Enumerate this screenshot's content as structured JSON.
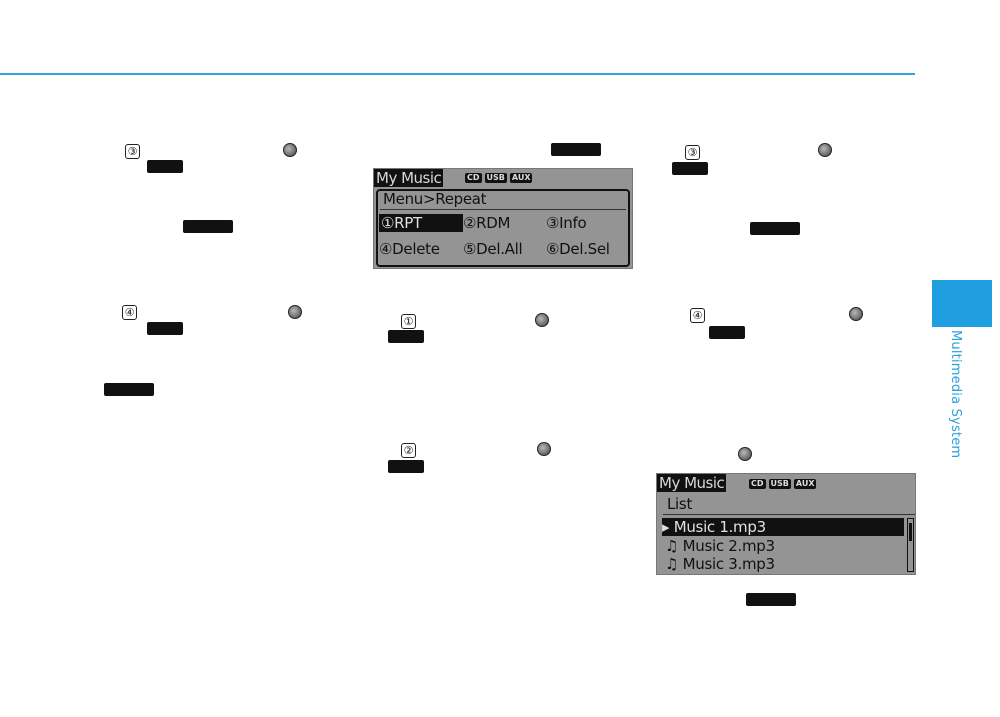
{
  "side_label": "Multimedia System",
  "menu_screen": {
    "title": "My Music",
    "badges": [
      "CD",
      "USB",
      "AUX"
    ],
    "heading": "Menu>Repeat",
    "items": [
      "①RPT",
      "②RDM",
      "③Info",
      "④Delete",
      "⑤Del.All",
      "⑥Del.Sel"
    ]
  },
  "list_screen": {
    "title": "My Music",
    "badges": [
      "CD",
      "USB",
      "AUX"
    ],
    "heading": "List",
    "items": [
      "Music 1.mp3",
      "Music 2.mp3",
      "Music 3.mp3"
    ],
    "selected_marker": "▸",
    "note_marker": "♫"
  },
  "numbers": [
    "③",
    "④",
    "①",
    "②",
    "③",
    "④"
  ],
  "colors": {
    "accent": "#2fa3e0",
    "screen_bg": "#949494",
    "tag": "#111111"
  }
}
